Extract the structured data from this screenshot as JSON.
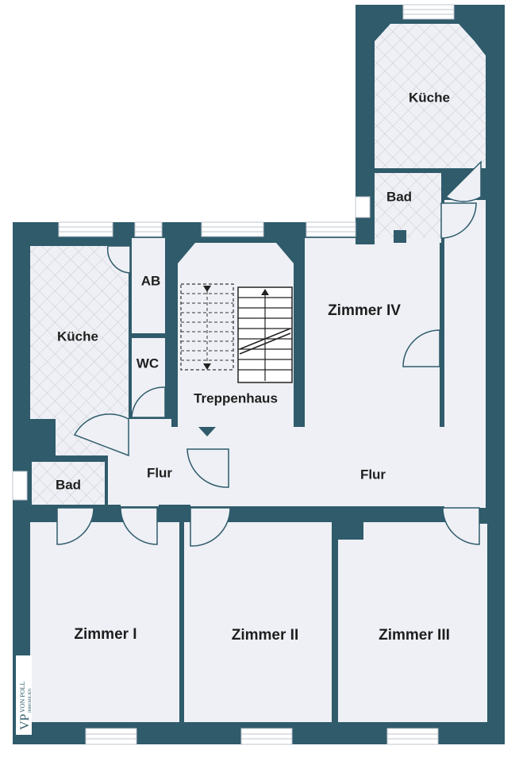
{
  "colors": {
    "wall": "#2f5b6b",
    "floor": "#eef0f5",
    "tile": "#eef0f5",
    "tile_line": "#c6c9cf",
    "window": "#ffffff",
    "door": "#2f5b6b",
    "text": "#1e1e1e"
  },
  "rooms": {
    "kueche_top": "Küche",
    "bad_top": "Bad",
    "kueche_left": "Küche",
    "ab": "AB",
    "wc": "WC",
    "treppenhaus": "Treppenhaus",
    "zimmer_iv": "Zimmer IV",
    "flur_left": "Flur",
    "flur_right": "Flur",
    "bad_left": "Bad",
    "zimmer_i": "Zimmer I",
    "zimmer_ii": "Zimmer II",
    "zimmer_iii": "Zimmer III"
  },
  "logo": {
    "initials": "VP",
    "name": "VON POLL",
    "sub": "IMMOBILIEN"
  }
}
